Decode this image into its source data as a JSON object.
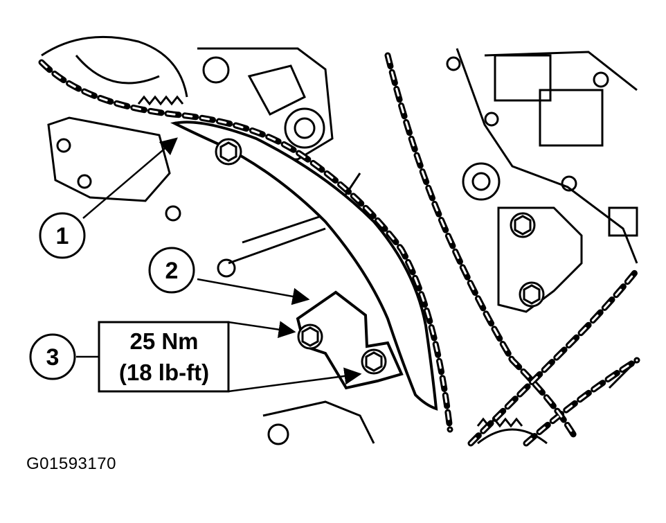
{
  "callouts": [
    {
      "id": "1"
    },
    {
      "id": "2"
    },
    {
      "id": "3"
    }
  ],
  "torque": {
    "metric": "25 Nm",
    "imperial": "(18 lb-ft)"
  },
  "figure_id": "G01593170",
  "colors": {
    "line": "#000000",
    "background": "#ffffff"
  }
}
